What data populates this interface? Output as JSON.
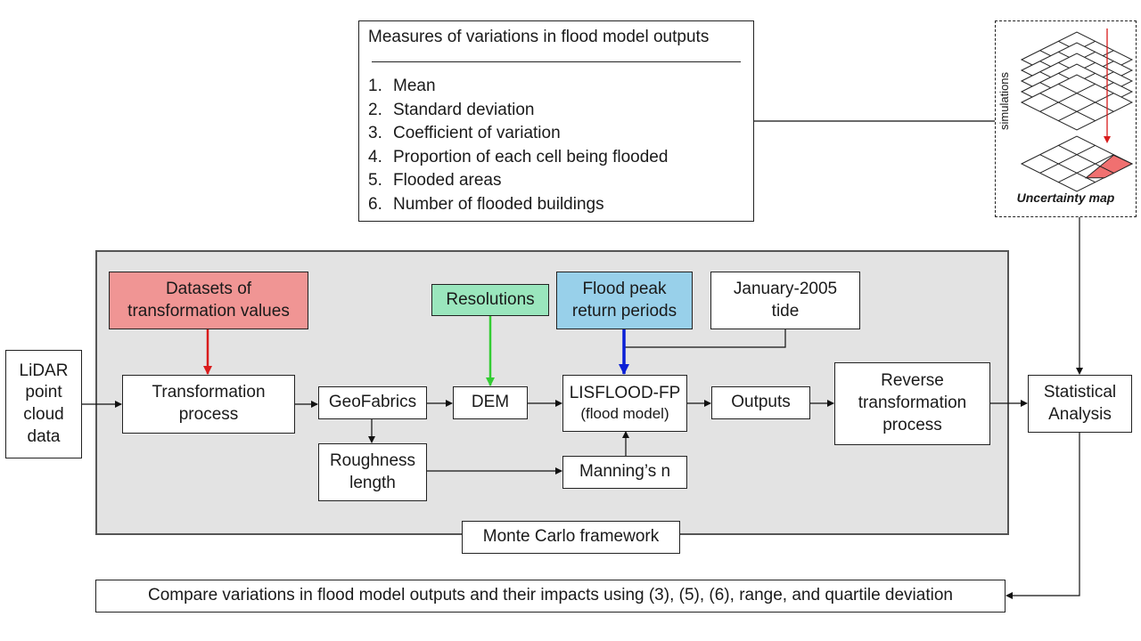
{
  "measures": {
    "title": "Measures of variations in flood model outputs",
    "items": [
      {
        "num": "1.",
        "text": "Mean"
      },
      {
        "num": "2.",
        "text": "Standard deviation"
      },
      {
        "num": "3.",
        "text": "Coefficient of variation"
      },
      {
        "num": "4.",
        "text": "Proportion of each cell being flooded"
      },
      {
        "num": "5.",
        "text": "Flooded areas"
      },
      {
        "num": "6.",
        "text": "Number of flooded buildings"
      }
    ]
  },
  "uncertainty": {
    "side_label": "simulations",
    "map_label": "Uncertainty map"
  },
  "nodes": {
    "lidar": [
      "LiDAR",
      "point",
      "cloud",
      "data"
    ],
    "datasets": [
      "Datasets of",
      "transformation values"
    ],
    "resolutions": [
      "Resolutions"
    ],
    "flood_peak": [
      "Flood peak",
      "return periods"
    ],
    "tide": [
      "January-2005",
      "tide"
    ],
    "transformation": [
      "Transformation",
      "process"
    ],
    "geofabrics": [
      "GeoFabrics"
    ],
    "dem": [
      "DEM"
    ],
    "lisflood": [
      "LISFLOOD-FP",
      "(flood model)"
    ],
    "outputs": [
      "Outputs"
    ],
    "reverse": [
      "Reverse",
      "transformation",
      "process"
    ],
    "roughness": [
      "Roughness",
      "length"
    ],
    "manning": [
      "Manning’s n"
    ],
    "statistical": [
      "Statistical",
      "Analysis"
    ],
    "monte_carlo": [
      "Monte Carlo framework"
    ],
    "compare": [
      "Compare variations in flood model outputs and their impacts using (3), (5), (6), range, and quartile deviation"
    ]
  },
  "colors": {
    "datasets_fill": "#f09594",
    "resolutions_fill": "#9ae6bd",
    "flood_peak_fill": "#98d0ea",
    "framework_fill": "#e3e3e3",
    "red_arrow": "#d91b1b",
    "green_arrow": "#33cc33",
    "blue_arrow": "#0a1fd6",
    "highlight_cell": "#f07070"
  }
}
